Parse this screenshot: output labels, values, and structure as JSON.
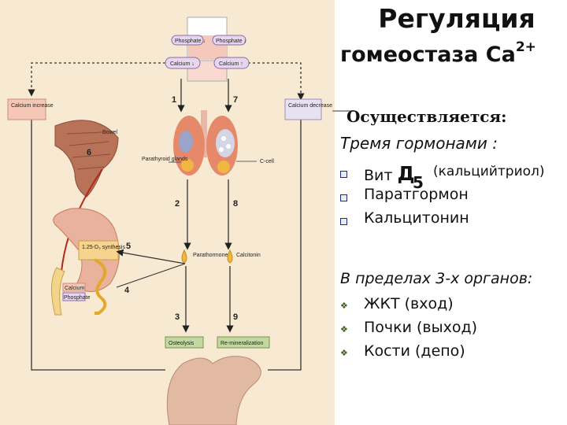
{
  "title": {
    "line1": "Регуляция",
    "line2": "гомеостаза Ca",
    "line2_sup": "2+"
  },
  "subtitle": "Осуществляется:",
  "hormones_heading": "Тремя гормонами :",
  "hormones": {
    "vit_prefix": "Вит",
    "vit_letter": "Д",
    "vit_sub": "5",
    "vit_note": "(кальцийтриол)",
    "item2": "Паратгормон",
    "item3": "Кальцитонин"
  },
  "organs_heading": "В пределах 3-х органов:",
  "organs": [
    "ЖКТ (вход)",
    "Почки (выход)",
    "Кости (депо)"
  ],
  "diagram": {
    "phosphate_low": "Phosphate ↓",
    "phosphate_high": "Phosphate ↓",
    "calcium_low": "Calcium ↓",
    "calcium_high": "Calcium ↑",
    "calcium_increase": "Calcium increase",
    "calcium_decrease": "Calcium decrease",
    "bowel": "Bowel",
    "parathyroid": "Parathyroid glands",
    "c_cell": "C-cell",
    "synthesis": "1.25-D₃ synthesis",
    "kidney_calcium": "Calcium",
    "kidney_phosphate": "Phosphate",
    "parathormone": "Parathormone",
    "calcitonin": "Calcitonin",
    "osteolysis": "Osteolysis",
    "remineralization": "Re-mineralization",
    "numbers": [
      "1",
      "2",
      "3",
      "4",
      "5",
      "6",
      "7",
      "8",
      "9"
    ]
  },
  "colors": {
    "panel_bg": "#f8ead2",
    "bullet_square": "#1c2b7a",
    "bullet_diamond": "#3b5d1e"
  }
}
